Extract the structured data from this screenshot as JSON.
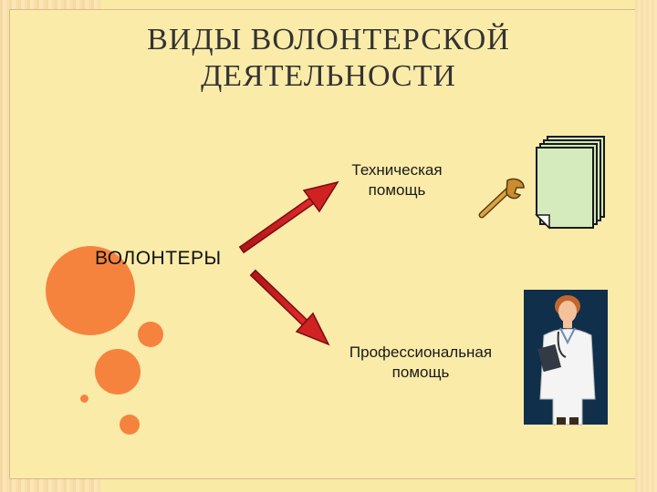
{
  "title": {
    "line1": "ВИДЫ ВОЛОНТЕРСКОЙ",
    "line2": "ДЕЯТЕЛЬНОСТИ"
  },
  "diagram": {
    "source": "ВОЛОНТЕРЫ",
    "branches": [
      {
        "line1": "Техническая",
        "line2": "помощь"
      },
      {
        "line1": "Профессиональная",
        "line2": "помощь"
      }
    ]
  },
  "colors": {
    "accent_circle": "#f5833e",
    "arrow": "#c81e1e",
    "background": "#f9eaa6"
  },
  "icons": [
    "wrench-icon",
    "document-stack-icon",
    "doctor-picture"
  ]
}
